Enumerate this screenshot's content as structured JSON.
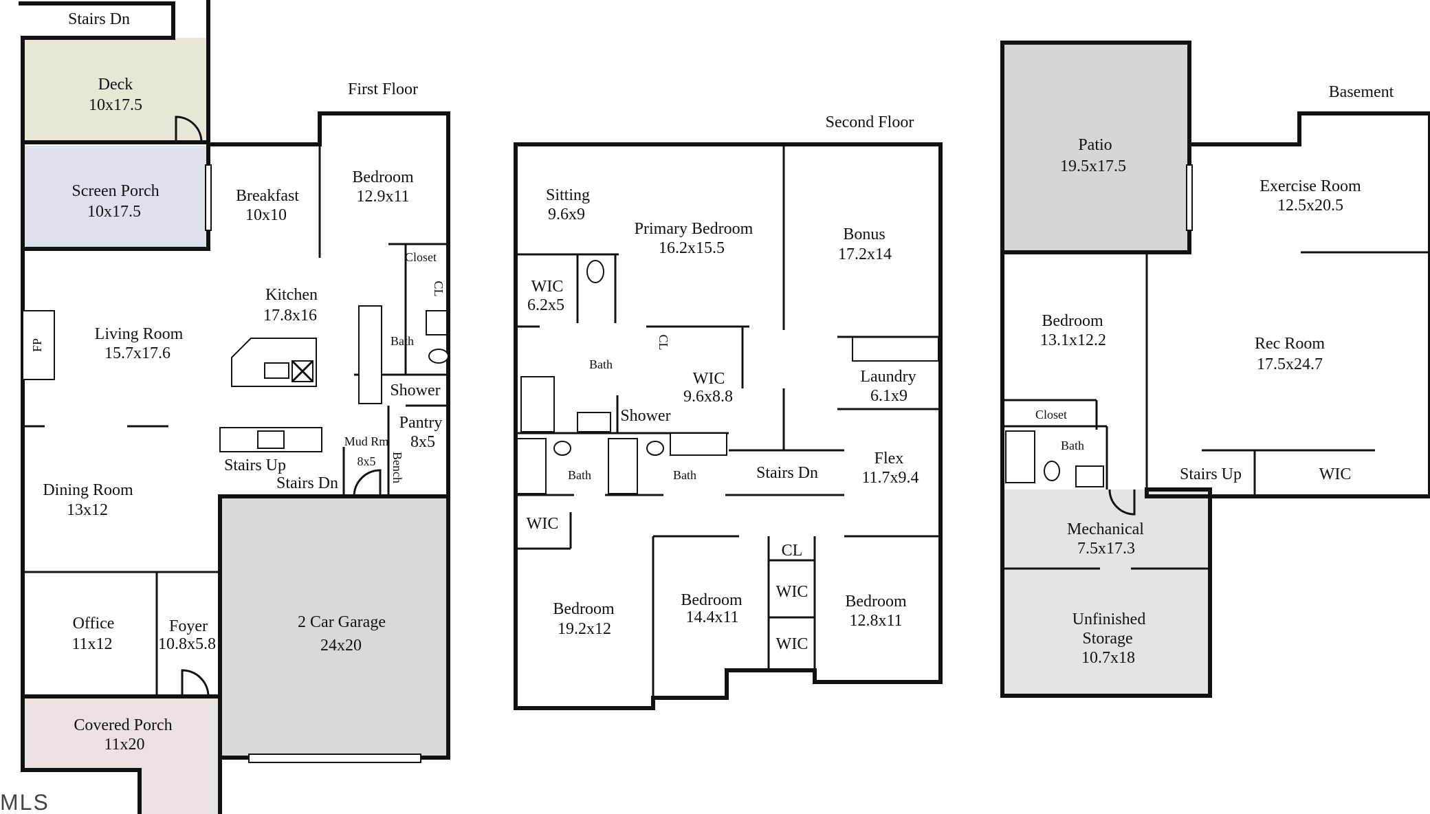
{
  "floors": {
    "first": "First Floor",
    "second": "Second Floor",
    "basement": "Basement"
  },
  "rooms": {
    "stairs_dn_top": "Stairs Dn",
    "deck": {
      "name": "Deck",
      "size": "10x17.5"
    },
    "screen_porch": {
      "name": "Screen Porch",
      "size": "10x17.5"
    },
    "breakfast": {
      "name": "Breakfast",
      "size": "10x10"
    },
    "bedroom_first": {
      "name": "Bedroom",
      "size": "12.9x11"
    },
    "closet_first": "Closet",
    "cl_first": "CL",
    "kitchen": {
      "name": "Kitchen",
      "size": "17.8x16"
    },
    "living_room": {
      "name": "Living Room",
      "size": "15.7x17.6"
    },
    "fp": "FP",
    "bath_first": "Bath",
    "shower_first": "Shower",
    "pantry": {
      "name": "Pantry",
      "size": "8x5"
    },
    "mud_rm": {
      "name": "Mud Rm",
      "size": "8x5"
    },
    "bench": "Bench",
    "stairs_up_first": "Stairs Up",
    "stairs_dn_first": "Stairs Dn",
    "dining_room": {
      "name": "Dining Room",
      "size": "13x12"
    },
    "office": {
      "name": "Office",
      "size": "11x12"
    },
    "foyer": {
      "name": "Foyer",
      "size": "10.8x5.8"
    },
    "garage": {
      "name": "2 Car Garage",
      "size": "24x20"
    },
    "covered_porch": {
      "name": "Covered Porch",
      "size": "11x20"
    },
    "sitting": {
      "name": "Sitting",
      "size": "9.6x9"
    },
    "primary_bedroom": {
      "name": "Primary Bedroom",
      "size": "16.2x15.5"
    },
    "bonus": {
      "name": "Bonus",
      "size": "17.2x14"
    },
    "wic_primary": {
      "name": "WIC",
      "size": "6.2x5"
    },
    "cl_second": "CL",
    "bath_primary": "Bath",
    "wic_second": {
      "name": "WIC",
      "size": "9.6x8.8"
    },
    "laundry": {
      "name": "Laundry",
      "size": "6.1x9"
    },
    "shower_second": "Shower",
    "flex": {
      "name": "Flex",
      "size": "11.7x9.4"
    },
    "stairs_dn_second": "Stairs Dn",
    "bath_second_a": "Bath",
    "bath_second_b": "Bath",
    "wic_left": "WIC",
    "bedroom_19": {
      "name": "Bedroom",
      "size": "19.2x12"
    },
    "bedroom_14": {
      "name": "Bedroom",
      "size": "14.4x11"
    },
    "cl_third": "CL",
    "wic_mid_a": "WIC",
    "wic_mid_b": "WIC",
    "bedroom_12": {
      "name": "Bedroom",
      "size": "12.8x11"
    },
    "patio": {
      "name": "Patio",
      "size": "19.5x17.5"
    },
    "exercise_room": {
      "name": "Exercise Room",
      "size": "12.5x20.5"
    },
    "bedroom_basement": {
      "name": "Bedroom",
      "size": "13.1x12.2"
    },
    "rec_room": {
      "name": "Rec Room",
      "size": "17.5x24.7"
    },
    "closet_basement": "Closet",
    "bath_basement": "Bath",
    "stairs_up_basement": "Stairs Up",
    "wic_basement": "WIC",
    "mechanical": {
      "name": "Mechanical",
      "size": "7.5x17.3"
    },
    "unfinished_storage": {
      "name": "Unfinished",
      "name2": "Storage",
      "size": "10.7x18"
    }
  },
  "watermark": "MLS",
  "colors": {
    "deck": "#e9e6d8",
    "screen_porch": "#dde2ea",
    "garage": "#d9d9d9",
    "covered_porch": "#ebe3df",
    "patio": "#d6d6d8",
    "mechanical": "#e4e4e4",
    "storage": "#e4e4e4",
    "wall": "#111111"
  }
}
